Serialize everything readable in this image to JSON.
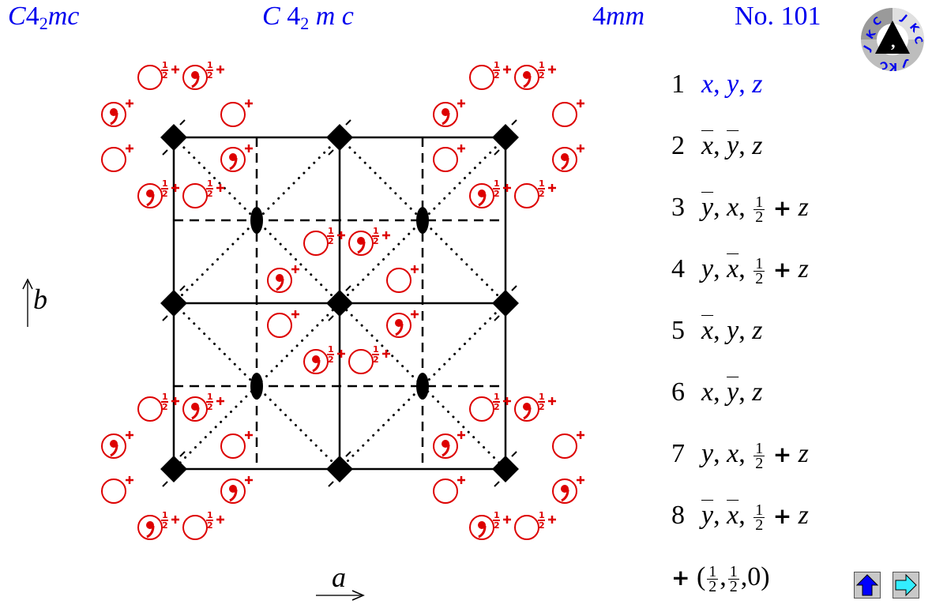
{
  "header": {
    "short_symbol": {
      "letter": "C",
      "digit": "4",
      "sub": "2",
      "rest": "mc"
    },
    "full_symbol": {
      "letter": "C",
      "digit": "4",
      "sub": "2",
      "m": "m",
      "c": "c"
    },
    "point_group": {
      "digit": "4",
      "rest": "mm"
    },
    "number_label": "No. 101"
  },
  "logo": {
    "text": "JKC",
    "name": "jkc-logo"
  },
  "axes": {
    "a_label": "a",
    "b_label": "b"
  },
  "operations": [
    {
      "num": "1",
      "parts": [
        "x",
        ", ",
        "y",
        ", ",
        "z"
      ],
      "bars": [],
      "highlight": true
    },
    {
      "num": "2",
      "parts": [
        "x",
        ", ",
        "y",
        ", ",
        "z"
      ],
      "bars": [
        0,
        2
      ],
      "highlight": false
    },
    {
      "num": "3",
      "parts": [
        "y",
        ", ",
        "x",
        ", "
      ],
      "bars": [
        0
      ],
      "half_plus_z": true
    },
    {
      "num": "4",
      "parts": [
        "y",
        ", ",
        "x",
        ", "
      ],
      "bars": [
        2
      ],
      "half_plus_z": true
    },
    {
      "num": "5",
      "parts": [
        "x",
        ", ",
        "y",
        ", ",
        "z"
      ],
      "bars": [
        0
      ]
    },
    {
      "num": "6",
      "parts": [
        "x",
        ", ",
        "y",
        ", ",
        "z"
      ],
      "bars": [
        2
      ]
    },
    {
      "num": "7",
      "parts": [
        "y",
        ", ",
        "x",
        ", "
      ],
      "bars": [],
      "half_plus_z": true
    },
    {
      "num": "8",
      "parts": [
        "y",
        ", ",
        "x",
        ", "
      ],
      "bars": [
        0,
        2
      ],
      "half_plus_z": true
    }
  ],
  "centering": {
    "prefix": "+ (",
    "f1n": "1",
    "f1d": "2",
    "sep": ",",
    "f2n": "1",
    "f2d": "2",
    "tail": ",0)"
  },
  "fraction": {
    "n": "1",
    "d": "2"
  },
  "plus_z": {
    "plus": "+",
    "z": "z"
  },
  "nav": {
    "up_label": "up",
    "next_label": "next",
    "up_color": "#0000ff",
    "next_color": "#33eeff"
  },
  "colors": {
    "header": "#0000ee",
    "positions": "#dd0000",
    "symmetry": "#000000"
  },
  "diagram": {
    "cell_origin": [
      220,
      174
    ],
    "cell_size": 420,
    "position_marks": {
      "plus": "+",
      "half_plus": "½+"
    }
  }
}
